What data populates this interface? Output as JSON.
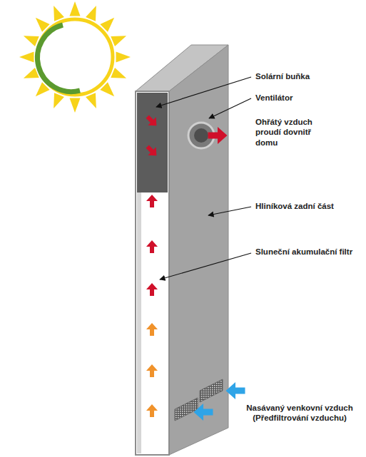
{
  "diagram": {
    "labels": [
      "Solární buňka",
      "Ventilátor",
      "Ohřátý vzduch proudí dovnitř domu",
      "Hliníková zadní část",
      "Sluneční akumulační filtr",
      "Nasávaný venkovní vzduch (Předfiltrování vzduchu)"
    ]
  }
}
